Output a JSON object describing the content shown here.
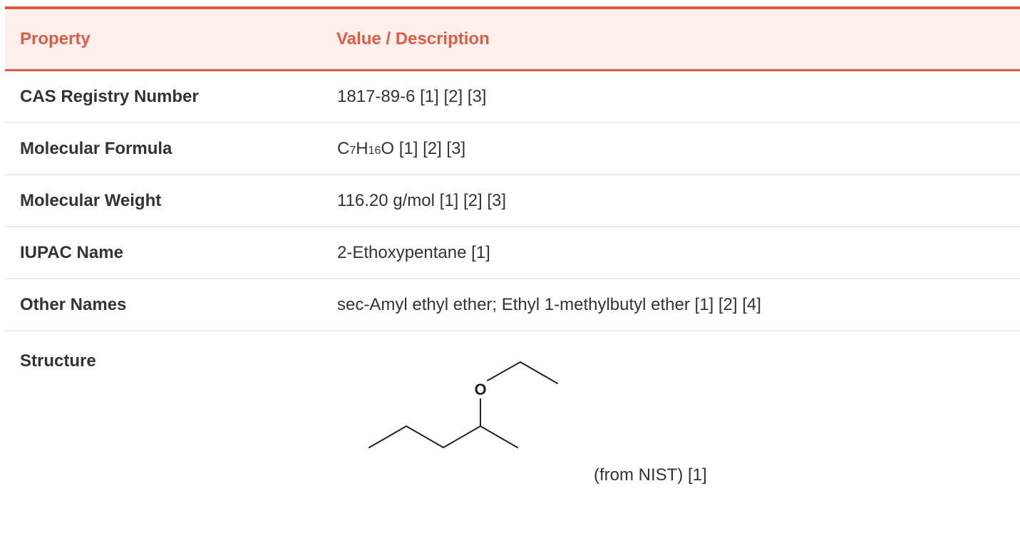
{
  "header": {
    "property": "Property",
    "value": "Value / Description"
  },
  "rows": [
    {
      "property": "CAS Registry Number",
      "value": "1817-89-6 [1] [2] [3]"
    },
    {
      "property": "Molecular Formula",
      "value_prefix": "C",
      "sub1": "7",
      "value_mid": "H",
      "sub2": "16",
      "value_suffix": "O [1] [2] [3]"
    },
    {
      "property": "Molecular Weight",
      "value": "116.20 g/mol [1] [2] [3]"
    },
    {
      "property": "IUPAC Name",
      "value": "2-Ethoxypentane [1]"
    },
    {
      "property": "Other Names",
      "value": "sec-Amyl ethyl ether; Ethyl 1-methylbutyl ether [1] [2] [4]"
    }
  ],
  "structure": {
    "property": "Structure",
    "atom_label": "O",
    "caption": "(from NIST) [1]"
  }
}
